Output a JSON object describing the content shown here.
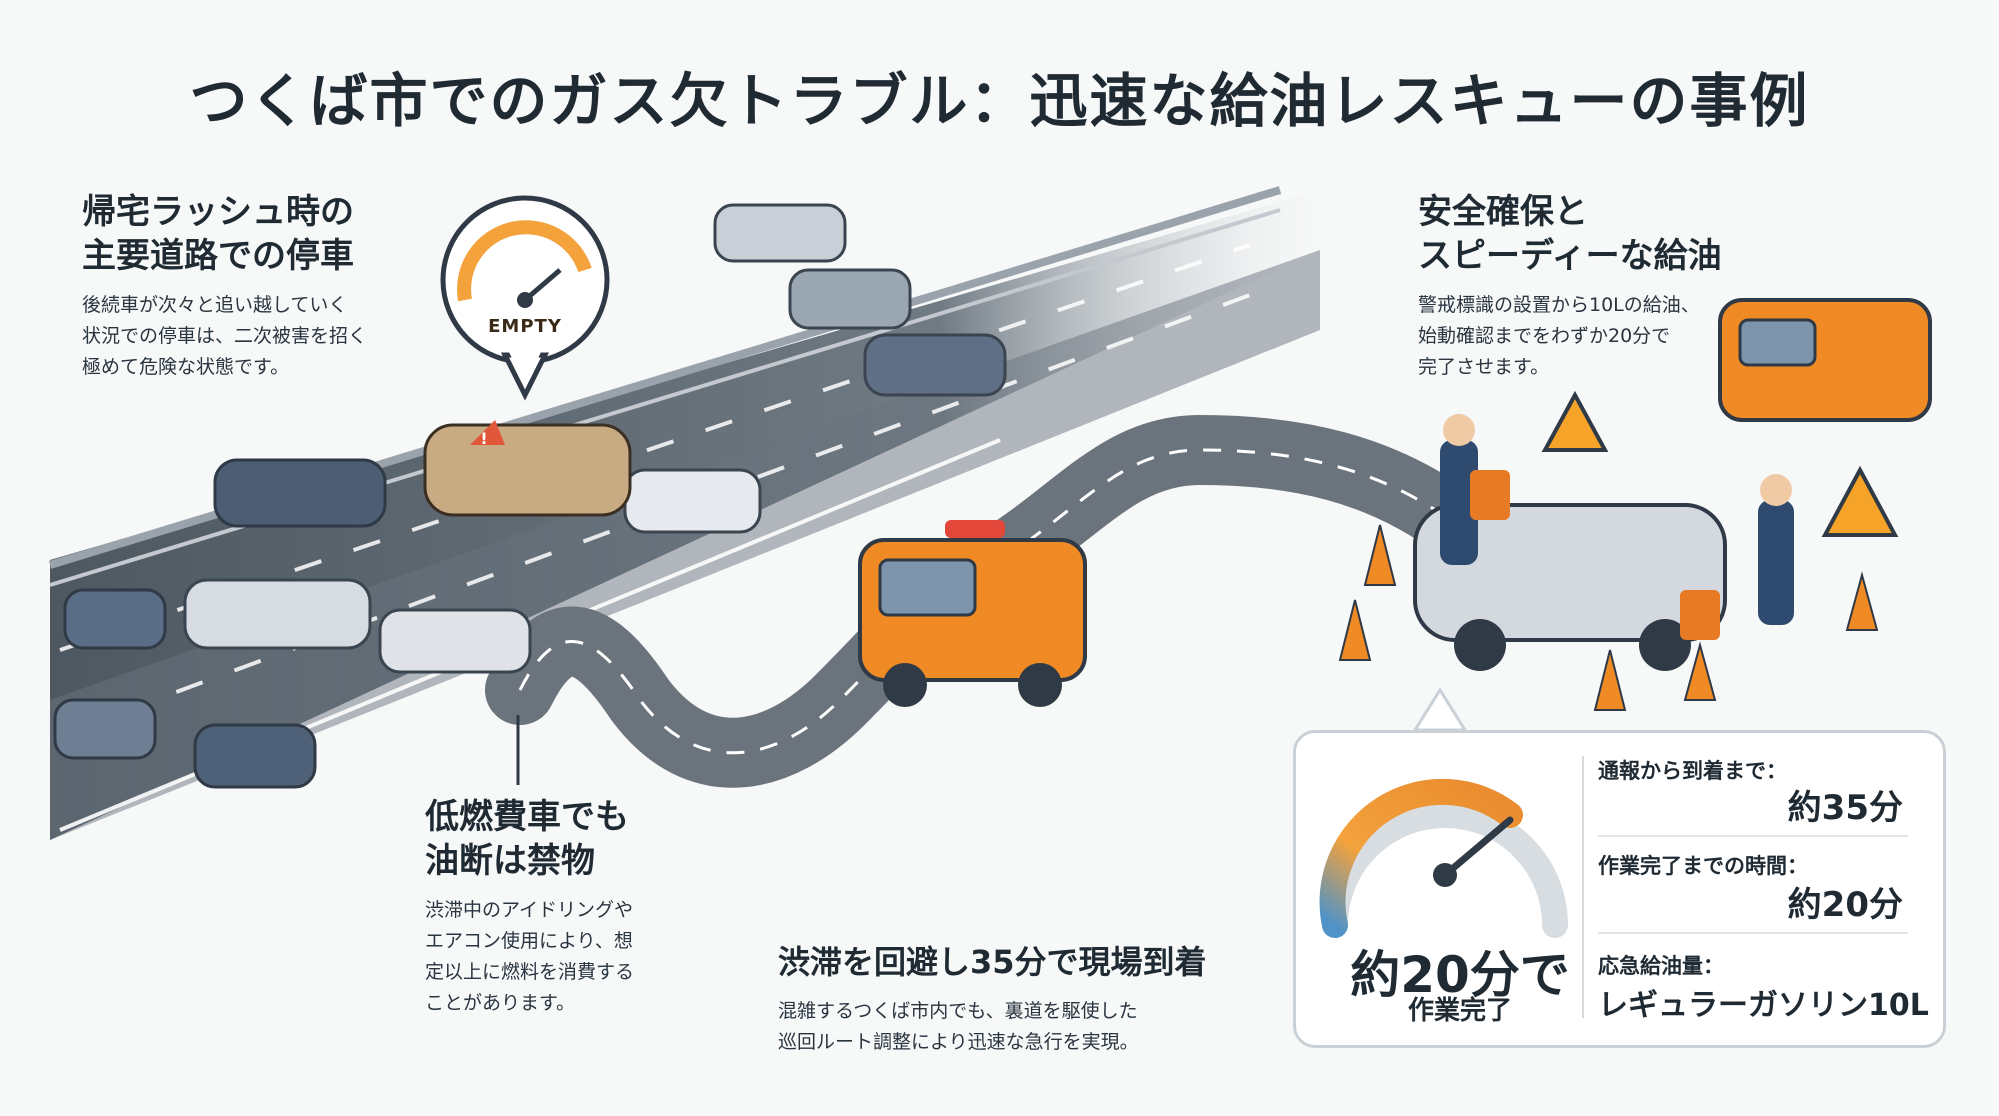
{
  "title": "つくば市でのガス欠トラブル：迅速な給油レスキューの事例",
  "gauge_badge": {
    "label": "EMPTY",
    "icon": "fuel-gauge-icon"
  },
  "section_rush": {
    "heading": [
      "帰宅ラッシュ時の",
      "主要道路での停車"
    ],
    "body": [
      "後続車が次々と追い越していく",
      "状況での停車は、二次被害を招く",
      "極めて危険な状態です。"
    ]
  },
  "section_fuel": {
    "heading": [
      "低燃費車でも",
      "油断は禁物"
    ],
    "body": [
      "渋滞中のアイドリングや",
      "エアコン使用により、想",
      "定以上に燃料を消費する",
      "ことがあります。"
    ]
  },
  "section_route": {
    "heading": [
      "渋滞を回避し35分で現場到着"
    ],
    "body": [
      "混雑するつくば市内でも、裏道を駆使した",
      "巡回ルート調整により迅速な急行を実現。"
    ]
  },
  "section_safety": {
    "heading": [
      "安全確保と",
      "スピーディーな給油"
    ],
    "body": [
      "警戒標識の設置から10Lの給油、",
      "始動確認までをわずか20分で",
      "完了させます。"
    ]
  },
  "stats": {
    "gauge_main": "約20分で",
    "gauge_sub": "作業完了",
    "rows": [
      {
        "label": "通報から到着まで：",
        "value": "約35分"
      },
      {
        "label": "作業完了までの時間：",
        "value": "約20分"
      },
      {
        "label": "応急給油量：",
        "value": "レギュラーガソリン10L"
      }
    ]
  },
  "colors": {
    "accent_orange": "#f08a24",
    "road": "#5c6670",
    "gauge_blue": "#4f93c9",
    "text": "#1f2a33"
  }
}
